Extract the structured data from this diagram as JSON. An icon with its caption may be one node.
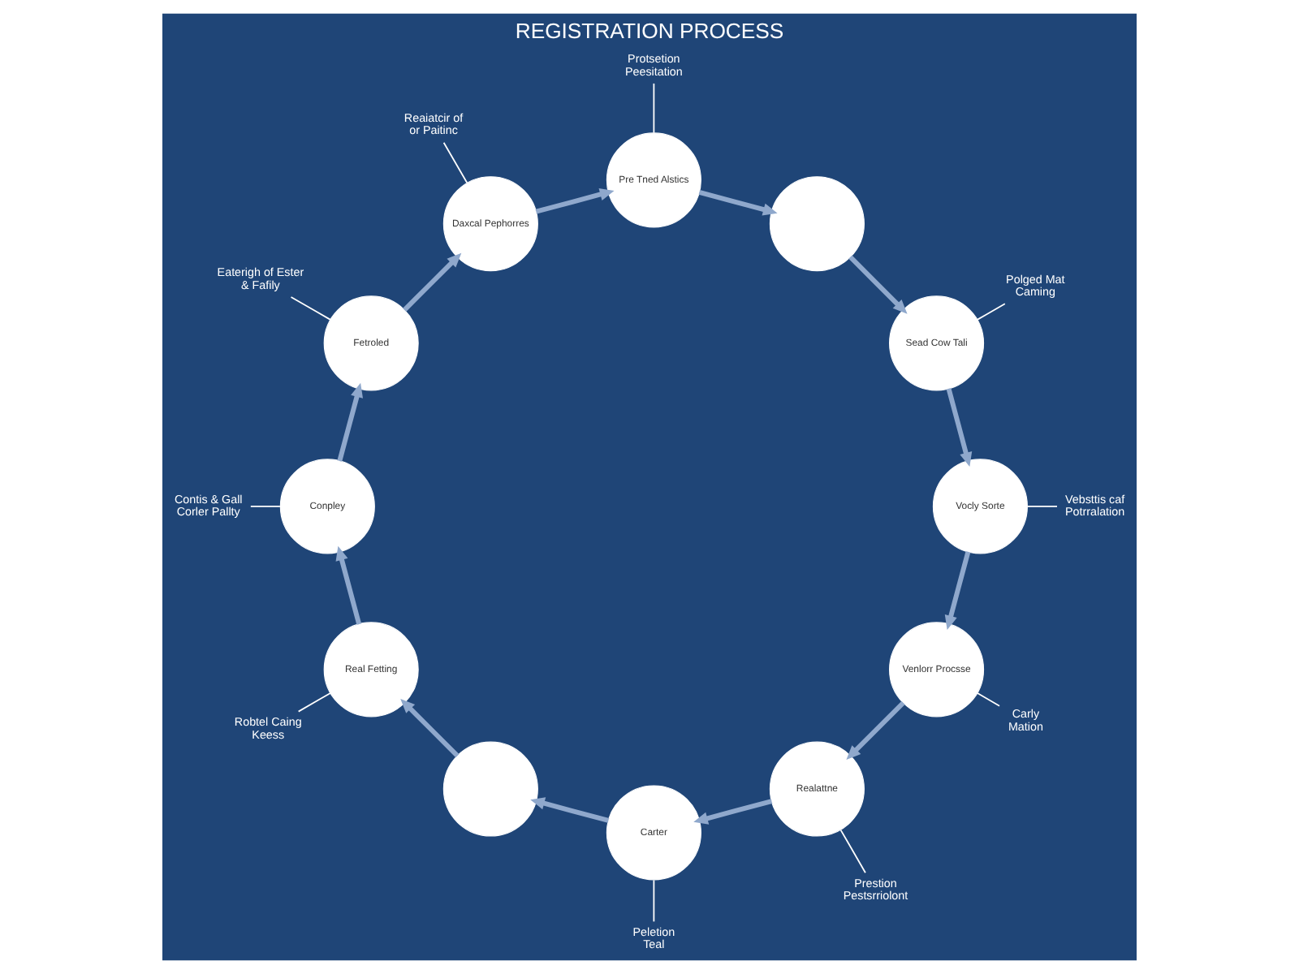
{
  "diagram": {
    "title": "REGISTRATION PROCESS",
    "nodes": [
      {
        "text": [
          "Venlorr Procsse"
        ]
      },
      {
        "text": [
          "Realattne"
        ]
      },
      {
        "text": [
          "Carter"
        ]
      },
      {
        "text": [],
        "shape": "circle"
      },
      {
        "text": [
          "Real Fetting"
        ]
      },
      {
        "text": [
          "Conpley"
        ]
      },
      {
        "text": [
          "Fetroled"
        ]
      },
      {
        "text": [
          "Daxcal Pephorres"
        ]
      },
      {
        "text": [
          "Pre Tned Alstics"
        ]
      },
      {
        "text": [],
        "shape": "circle"
      },
      {
        "text": [
          "Sead Cow Tali"
        ]
      },
      {
        "text": [
          "Vocly Sorte"
        ]
      },
      {
        "text": [
          "Carly Mation"
        ]
      },
      {
        "text": [
          "Prestion Pestsrriolont"
        ]
      },
      {
        "text": [
          "Peletion Teal"
        ]
      },
      {
        "text": [
          "Robtel Caing Keess"
        ]
      },
      {
        "text": [
          "Contis & Gall Corler Pallty"
        ]
      },
      {
        "text": [
          "Eaterigh of Ester & Fafily"
        ]
      },
      {
        "text": [
          "Reaiatcir of or Paitinc"
        ]
      },
      {
        "text": [
          "Protsetion Peesitation"
        ]
      },
      {
        "text": [
          "Polged Mat Caming"
        ]
      },
      {
        "text": [
          "Vebsttis caf Potrralation"
        ]
      }
    ],
    "edges": [
      {
        "from": 0,
        "to": 1,
        "arrow": "to"
      },
      {
        "from": 1,
        "to": 2,
        "arrow": "to"
      },
      {
        "from": 2,
        "to": 3,
        "arrow": "to"
      },
      {
        "from": 3,
        "to": 4,
        "arrow": "to"
      },
      {
        "from": 4,
        "to": 5,
        "arrow": "to"
      },
      {
        "from": 5,
        "to": 6,
        "arrow": "to"
      },
      {
        "from": 6,
        "to": 7,
        "arrow": "to"
      },
      {
        "from": 7,
        "to": 8,
        "arrow": "to"
      },
      {
        "from": 8,
        "to": 9,
        "arrow": "to"
      },
      {
        "from": 9,
        "to": 10,
        "arrow": "to"
      },
      {
        "from": 10,
        "to": 11,
        "arrow": "to"
      },
      {
        "from": 11,
        "to": 0,
        "arrow": "to"
      },
      {
        "from": 12,
        "to": 0,
        "arrow": "none",
        "color": "#ffffff"
      },
      {
        "from": 13,
        "to": 1,
        "arrow": "none",
        "color": "#ffffff"
      },
      {
        "from": 14,
        "to": 2,
        "arrow": "none",
        "color": "#ffffff"
      },
      {
        "from": 15,
        "to": 4,
        "arrow": "none",
        "color": "#ffffff"
      },
      {
        "from": 16,
        "to": 5,
        "arrow": "none",
        "color": "#ffffff"
      },
      {
        "from": 17,
        "to": 6,
        "arrow": "none",
        "color": "#ffffff"
      },
      {
        "from": 18,
        "to": 7,
        "arrow": "none",
        "color": "#ffffff"
      },
      {
        "from": 19,
        "to": 8,
        "arrow": "none",
        "color": "#ffffff"
      },
      {
        "from": 20,
        "to": 10,
        "arrow": "none",
        "color": "#ffffff"
      },
      {
        "from": 21,
        "to": 11,
        "arrow": "none",
        "color": "#ffffff"
      }
    ]
  }
}
